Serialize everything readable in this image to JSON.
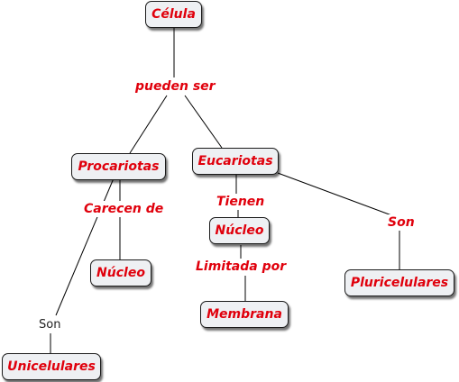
{
  "colors": {
    "node_text": "#e0000c",
    "node_fill": "#eef0f3",
    "link_label_text": "#e0000c",
    "line": "#000000"
  },
  "concepts": {
    "celula": "Célula",
    "procariotas": "Procariotas",
    "eucariotas": "Eucariotas",
    "nucleo_pro": "Núcleo",
    "nucleo_euc": "Núcleo",
    "membrana": "Membrana",
    "unicelulares": "Unicelulares",
    "pluricelulares": "Pluricelulares"
  },
  "links": {
    "pueden_ser": "pueden ser",
    "carecen_de": "Carecen de",
    "tienen": "Tienen",
    "limitada_por": "Limitada por",
    "son_euc": "Son",
    "son_pro": "Son"
  }
}
